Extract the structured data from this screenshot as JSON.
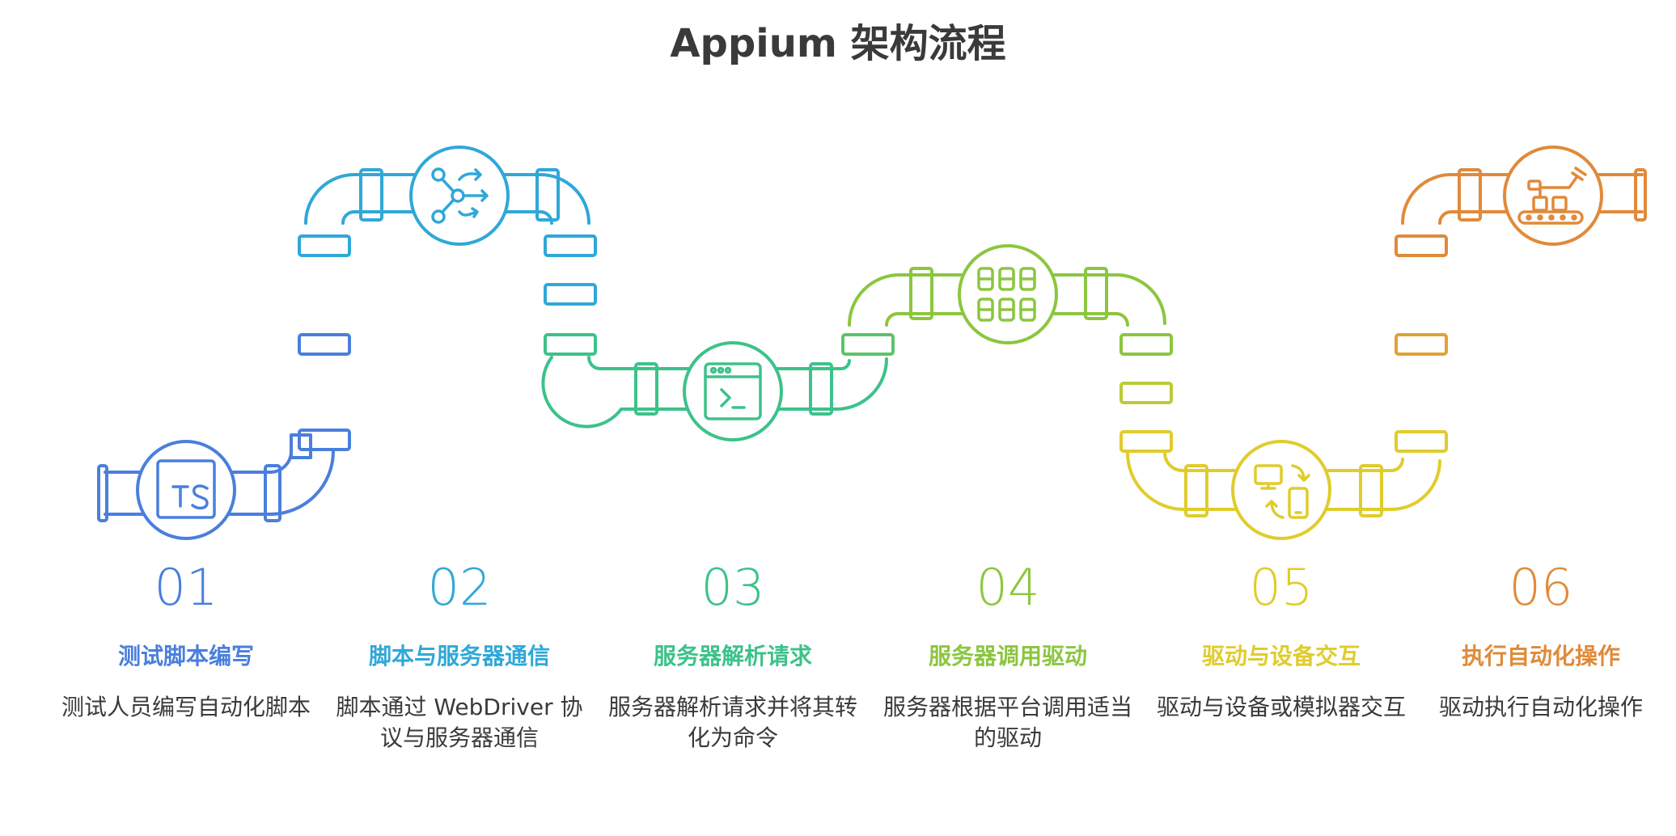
{
  "title": "Appium 架构流程",
  "steps": [
    {
      "num": "01",
      "heading": "测试脚本编写",
      "desc": "测试人员编写自动化脚本",
      "color": "#4a7fdc",
      "icon": "typescript-icon",
      "icon_text": "TS"
    },
    {
      "num": "02",
      "heading": "脚本与服务器通信",
      "desc": "脚本通过 WebDriver 协议与服务器通信",
      "color": "#2fa8d8",
      "icon": "network-share-icon"
    },
    {
      "num": "03",
      "heading": "服务器解析请求",
      "desc": "服务器解析请求并将其转化为命令",
      "color": "#3cc28a",
      "icon": "terminal-window-icon"
    },
    {
      "num": "04",
      "heading": "服务器调用驱动",
      "desc": "服务器根据平台调用适当的驱动",
      "color": "#8cc63f",
      "icon": "server-grid-icon"
    },
    {
      "num": "05",
      "heading": "驱动与设备交互",
      "desc": "驱动与设备或模拟器交互",
      "color": "#e0cc2c",
      "icon": "device-sync-icon"
    },
    {
      "num": "06",
      "heading": "执行自动化操作",
      "desc": "驱动执行自动化操作",
      "color": "#e08a3a",
      "icon": "robot-arm-icon"
    }
  ]
}
